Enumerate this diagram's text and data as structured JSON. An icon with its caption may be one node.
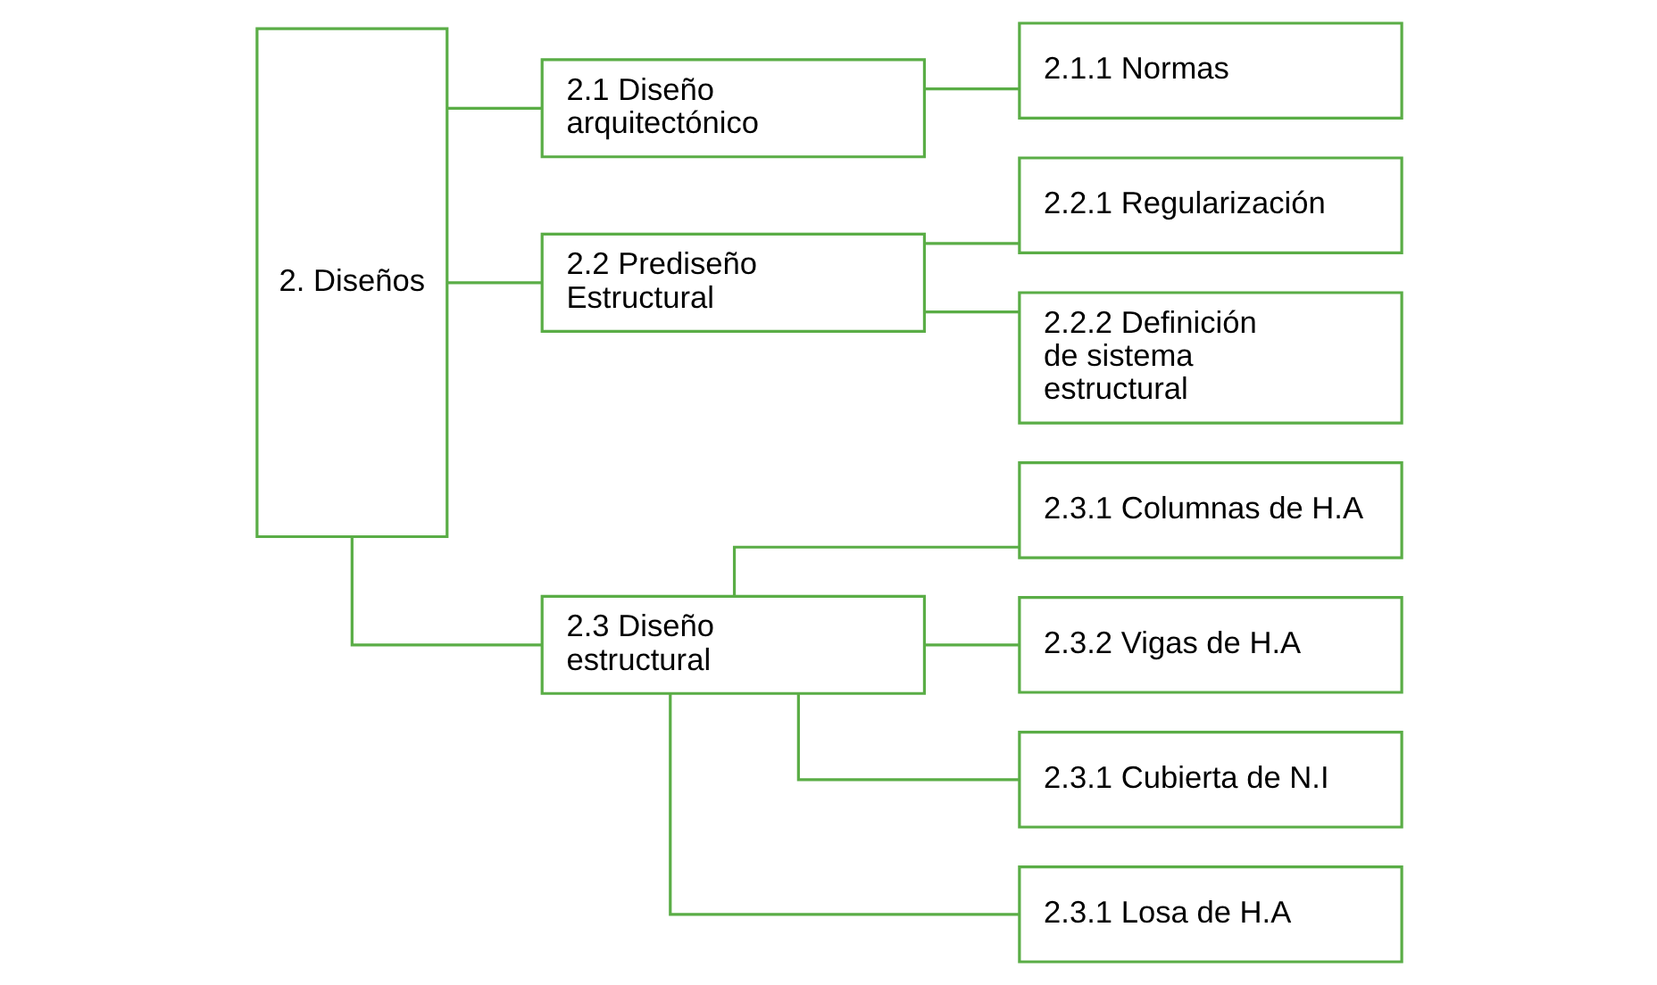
{
  "diagram": {
    "nodes": [
      {
        "text": [
          "2. Diseños"
        ]
      },
      {
        "text": [
          "2.1 Diseño arquitectónico"
        ]
      },
      {
        "text": [
          "2.2 Prediseño Estructural"
        ]
      },
      {
        "text": [
          "2.3 Diseño estructural"
        ]
      },
      {
        "text": [
          "2.1.1 Normas"
        ]
      },
      {
        "text": [
          "2.2.1 Regularización"
        ]
      },
      {
        "text": [
          "2.2.2 Definición de sistema estructural"
        ]
      },
      {
        "text": [
          "2.3.1 Columnas de H.A"
        ]
      },
      {
        "text": [
          "2.3.2 Vigas de H.A"
        ]
      },
      {
        "text": [
          "2.3.1 Cubierta de N.I"
        ]
      },
      {
        "text": [
          "2.3.1 Losa de H.A"
        ]
      }
    ],
    "edges": [
      {
        "from": 0,
        "to": 1,
        "arrow": "none"
      },
      {
        "from": 0,
        "to": 2,
        "arrow": "none"
      },
      {
        "from": 0,
        "to": 3,
        "arrow": "none"
      },
      {
        "from": 1,
        "to": 4,
        "arrow": "none"
      },
      {
        "from": 2,
        "to": 5,
        "arrow": "none"
      },
      {
        "from": 2,
        "to": 6,
        "arrow": "none"
      },
      {
        "from": 3,
        "to": 7,
        "arrow": "none"
      },
      {
        "from": 3,
        "to": 8,
        "arrow": "none"
      },
      {
        "from": 3,
        "to": 9,
        "arrow": "none"
      },
      {
        "from": 3,
        "to": 10,
        "arrow": "none"
      }
    ]
  }
}
